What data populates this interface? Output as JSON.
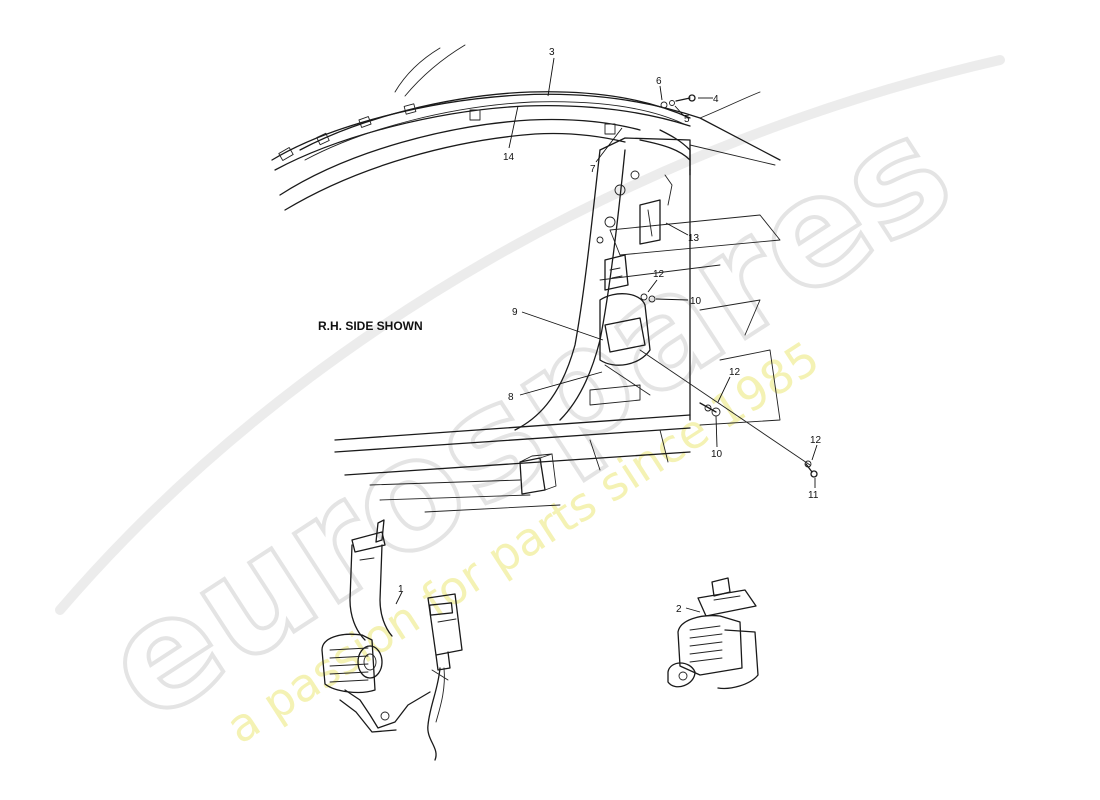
{
  "view_label": "R.H. SIDE SHOWN",
  "callouts": {
    "c1": "1",
    "c2": "2",
    "c3": "3",
    "c4": "4",
    "c5": "5",
    "c6": "6",
    "c7": "7",
    "c8": "8",
    "c9": "9",
    "c10a": "10",
    "c10b": "10",
    "c11": "11",
    "c12a": "12",
    "c12b": "12",
    "c12c": "12",
    "c13": "13",
    "c14": "14"
  },
  "watermark": {
    "brand": "eurospares",
    "tagline": "a passion for parts since 1985",
    "brand_color": "#e6e6e6",
    "tagline_color": "#f2f0a8"
  }
}
